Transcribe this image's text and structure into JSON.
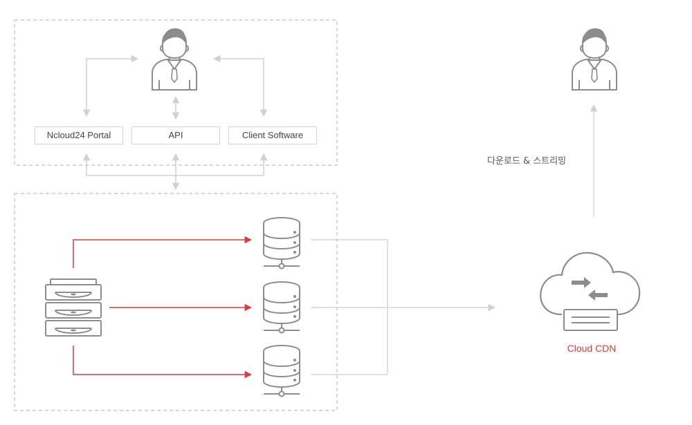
{
  "access_methods": [
    {
      "label": "Ncloud24 Portal"
    },
    {
      "label": "API"
    },
    {
      "label": "Client Software"
    }
  ],
  "download_streaming_label": "다운로드 & 스트리밍",
  "cdn_label": "Cloud CDN",
  "colors": {
    "line_gray": "#d6d6d6",
    "icon_gray": "#8c8c8c",
    "accent_red": "#e0393d",
    "dashed_border": "#c8c8c8"
  },
  "icons": [
    "user-icon",
    "disk-array-icon",
    "database-server-icon",
    "cloud-cdn-icon"
  ]
}
